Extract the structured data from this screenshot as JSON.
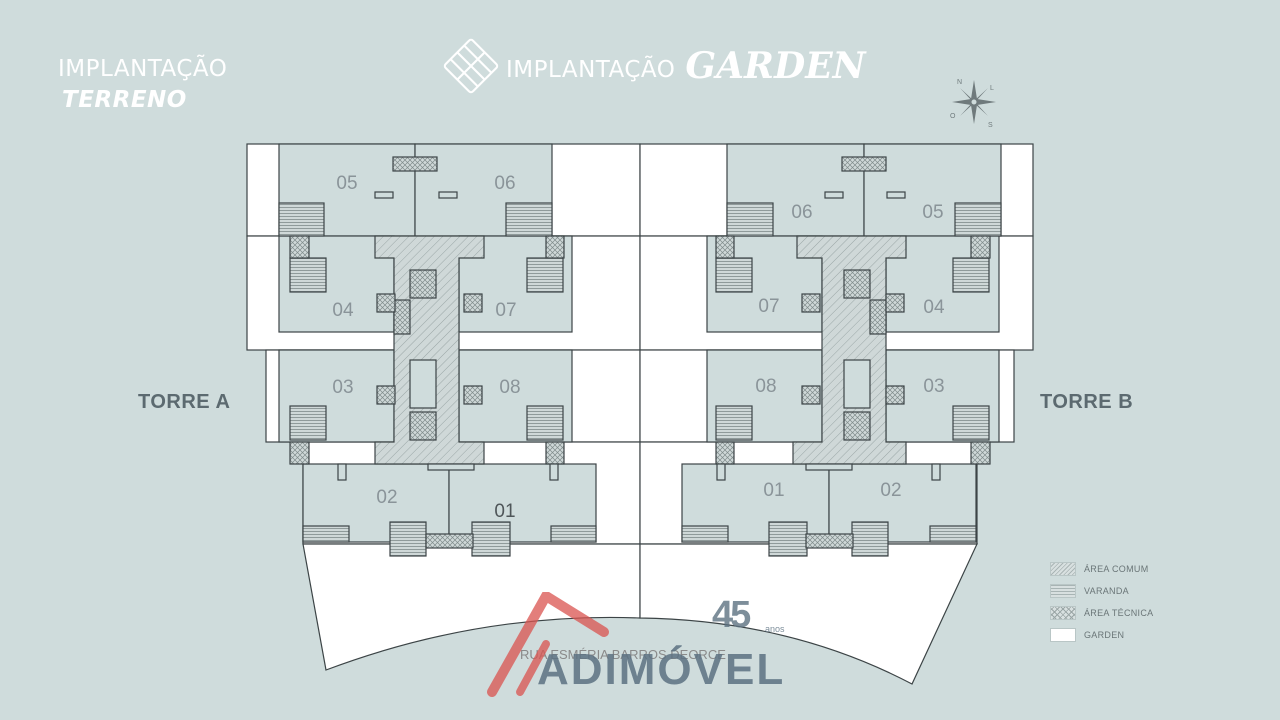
{
  "titles": {
    "left_line1": "IMPLANTAÇÃO",
    "left_line2": "TERRENO",
    "main_prefix": "IMPLANTAÇÃO",
    "main_accent": "GARDEN"
  },
  "compass": {
    "n": "N",
    "l": "L",
    "s": "S",
    "o": "O"
  },
  "towers": {
    "a": "TORRE A",
    "b": "TORRE B"
  },
  "units": {
    "a": [
      "01",
      "02",
      "03",
      "04",
      "05",
      "06",
      "07",
      "08"
    ],
    "b": [
      "01",
      "02",
      "03",
      "04",
      "05",
      "06",
      "07",
      "08"
    ]
  },
  "street": "RUA ESMÉRIA BARROS DEORCE",
  "legend": [
    {
      "label": "ÁREA COMUM",
      "key": "comum"
    },
    {
      "label": "VARANDA",
      "key": "varanda"
    },
    {
      "label": "ÁREA TÉCNICA",
      "key": "tecnica"
    },
    {
      "label": "GARDEN",
      "key": "garden"
    }
  ],
  "watermark": {
    "brand": "ADIMÓVEL",
    "years": "45",
    "years_suffix": "anos"
  },
  "colors": {
    "background": "#cfdcdc",
    "garden": "#ffffff",
    "unit_fill": "#cfdcdc",
    "line": "#3c4446",
    "watermark_red": "#d9534f",
    "watermark_blue": "#5d7282"
  }
}
